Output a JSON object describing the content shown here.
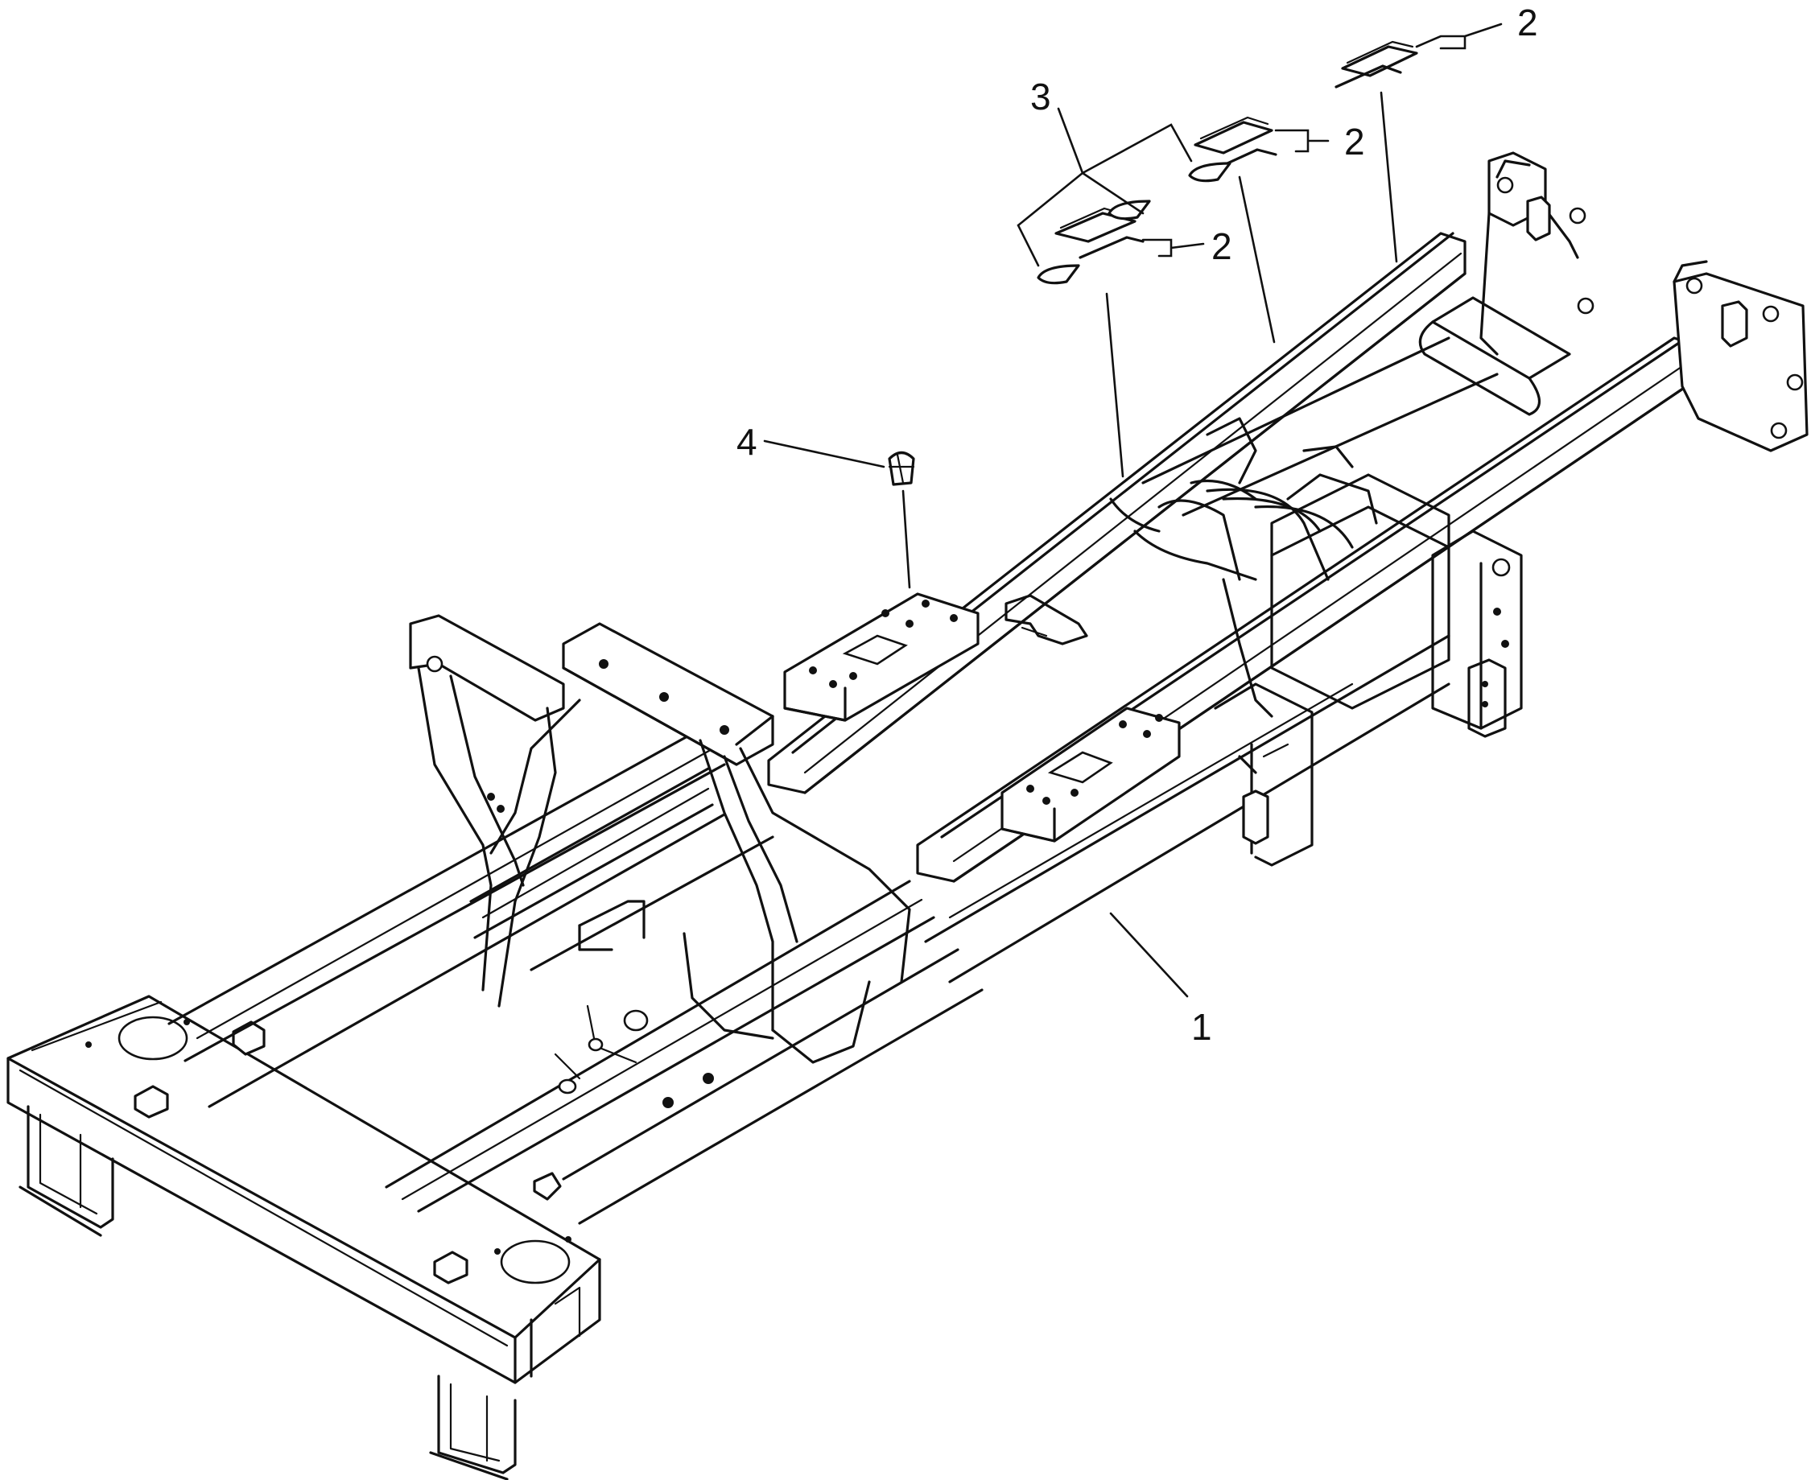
{
  "callouts": {
    "c1": "1",
    "c2a": "2",
    "c2b": "2",
    "c2c": "2",
    "c3": "3",
    "c4": "4"
  }
}
